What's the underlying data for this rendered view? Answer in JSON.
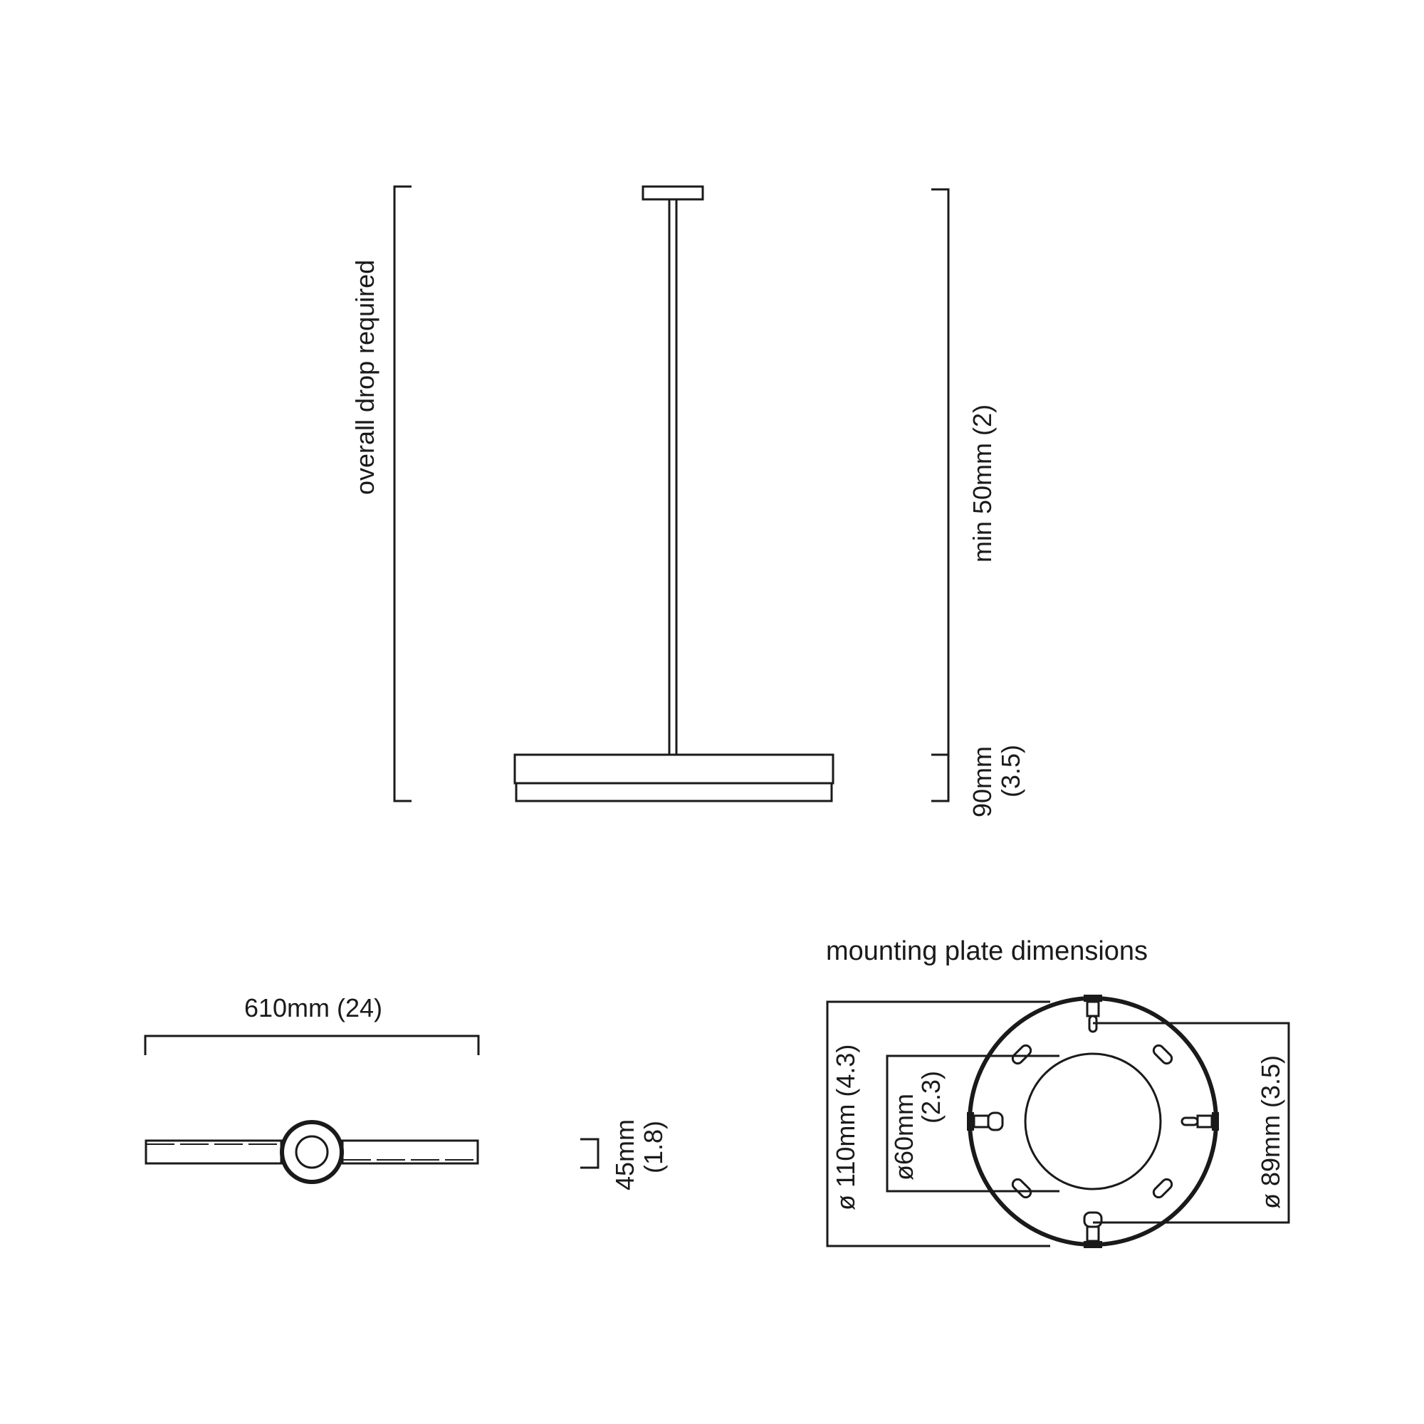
{
  "side_view": {
    "overall_drop_label": "overall drop required",
    "stem_dim_label": "min  50mm (2)",
    "shade_height_label": "90mm",
    "shade_height_inch": "(3.5)"
  },
  "top_view": {
    "width_label": "610mm (24)",
    "depth_label": "45mm",
    "depth_inch": "(1.8)"
  },
  "mounting_plate": {
    "title": "mounting plate dimensions",
    "outer_diameter": "ø 110mm (4.3)",
    "inner_diameter": "ø60mm",
    "inner_diameter_inch": "(2.3)",
    "hole_spacing": "ø 89mm (3.5)"
  },
  "colors": {
    "line": "#1a1a1a",
    "background": "#ffffff"
  }
}
